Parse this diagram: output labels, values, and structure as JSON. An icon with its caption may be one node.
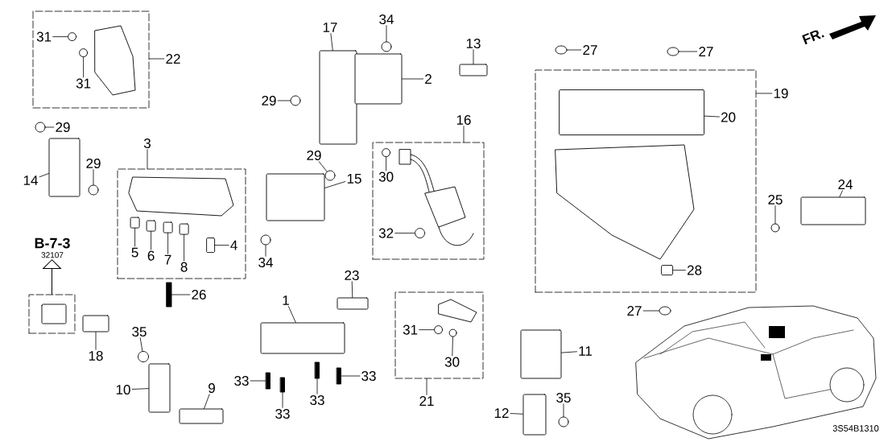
{
  "diagram": {
    "nodes": [
      {
        "text": [],
        "shape": "box"
      },
      {
        "text": [
          "31"
        ],
        "in": 0
      },
      {
        "text": [
          "31"
        ],
        "in": 0
      },
      {
        "text": [
          "22"
        ]
      },
      {
        "text": [
          "17"
        ]
      },
      {
        "text": [
          "34"
        ]
      },
      {
        "text": [
          "2"
        ]
      },
      {
        "text": [
          "13"
        ]
      },
      {
        "text": [
          "29"
        ]
      },
      {
        "text": [
          "29"
        ]
      },
      {
        "text": [
          "14"
        ]
      },
      {
        "text": [
          "29"
        ]
      },
      {
        "text": [
          "29"
        ]
      },
      {
        "text": [
          "3"
        ]
      },
      {
        "text": [],
        "shape": "box"
      },
      {
        "text": [
          "5"
        ],
        "in": 14
      },
      {
        "text": [
          "6"
        ],
        "in": 14
      },
      {
        "text": [
          "7"
        ],
        "in": 14
      },
      {
        "text": [
          "8"
        ],
        "in": 14
      },
      {
        "text": [
          "4"
        ],
        "in": 14
      },
      {
        "text": [
          "15"
        ]
      },
      {
        "text": [
          "34"
        ]
      },
      {
        "text": [
          "16"
        ]
      },
      {
        "text": [],
        "shape": "box"
      },
      {
        "text": [
          "30"
        ],
        "in": 23
      },
      {
        "text": [
          "32"
        ],
        "in": 23
      },
      {
        "text": [],
        "shape": "box"
      },
      {
        "text": [
          "20"
        ],
        "in": 26
      },
      {
        "text": [
          "28"
        ],
        "in": 26
      },
      {
        "text": [
          "27"
        ]
      },
      {
        "text": [
          "27"
        ]
      },
      {
        "text": [
          "19"
        ]
      },
      {
        "text": [
          "25"
        ]
      },
      {
        "text": [
          "24"
        ]
      },
      {
        "text": [
          "27"
        ]
      },
      {
        "text": [],
        "shape": "box"
      },
      {
        "text": [
          "B-7-3",
          "32107"
        ]
      },
      {
        "text": [
          "18"
        ]
      },
      {
        "text": [
          "26"
        ]
      },
      {
        "text": [
          "1"
        ]
      },
      {
        "text": [
          "23"
        ]
      },
      {
        "text": [],
        "shape": "box"
      },
      {
        "text": [
          "31"
        ],
        "in": 41
      },
      {
        "text": [
          "30"
        ],
        "in": 41
      },
      {
        "text": [
          "21"
        ]
      },
      {
        "text": [
          "35"
        ]
      },
      {
        "text": [
          "10"
        ]
      },
      {
        "text": [
          "9"
        ]
      },
      {
        "text": [
          "33"
        ]
      },
      {
        "text": [
          "33"
        ]
      },
      {
        "text": [
          "33"
        ]
      },
      {
        "text": [
          "33"
        ]
      },
      {
        "text": [
          "11"
        ]
      },
      {
        "text": [
          "12"
        ]
      },
      {
        "text": [
          "35"
        ]
      },
      {
        "text": [],
        "shape": "circle",
        "in": 0
      },
      {
        "text": [],
        "shape": "circle",
        "in": 0
      },
      {
        "text": [],
        "shape": "box"
      },
      {
        "text": [],
        "shape": "circle"
      },
      {
        "text": [],
        "shape": "box"
      },
      {
        "text": [],
        "shape": "box"
      },
      {
        "text": [],
        "shape": "circle"
      },
      {
        "text": [],
        "shape": "circle"
      },
      {
        "text": [],
        "shape": "box"
      },
      {
        "text": [],
        "shape": "circle"
      },
      {
        "text": [],
        "shape": "circle"
      },
      {
        "text": [],
        "shape": "box",
        "in": 14
      },
      {
        "text": [],
        "shape": "box",
        "in": 14
      },
      {
        "text": [],
        "shape": "box",
        "in": 14
      },
      {
        "text": [],
        "shape": "box",
        "in": 14
      },
      {
        "text": [],
        "shape": "box",
        "in": 14
      },
      {
        "text": [],
        "shape": "box"
      },
      {
        "text": [],
        "shape": "circle"
      },
      {
        "text": [],
        "shape": "circle",
        "in": 23
      },
      {
        "text": [],
        "shape": "circle",
        "in": 23
      },
      {
        "text": [],
        "shape": "box",
        "in": 26
      },
      {
        "text": [],
        "shape": "box",
        "in": 26
      },
      {
        "text": [],
        "shape": "circle"
      },
      {
        "text": [],
        "shape": "circle"
      },
      {
        "text": [],
        "shape": "circle"
      },
      {
        "text": [],
        "shape": "box"
      },
      {
        "text": [],
        "shape": "circle"
      },
      {
        "text": [],
        "shape": "box"
      },
      {
        "text": [],
        "shape": "bar"
      },
      {
        "text": [],
        "shape": "box"
      },
      {
        "text": [],
        "shape": "box"
      },
      {
        "text": [],
        "shape": "circle",
        "in": 41
      },
      {
        "text": [],
        "shape": "circle",
        "in": 41
      },
      {
        "text": [],
        "shape": "circle"
      },
      {
        "text": [],
        "shape": "box"
      },
      {
        "text": [],
        "shape": "box"
      },
      {
        "text": [],
        "shape": "bar"
      },
      {
        "text": [],
        "shape": "bar"
      },
      {
        "text": [],
        "shape": "bar"
      },
      {
        "text": [],
        "shape": "bar"
      },
      {
        "text": [],
        "shape": "box"
      },
      {
        "text": [],
        "shape": "box"
      },
      {
        "text": [],
        "shape": "circle"
      }
    ],
    "edges": [
      {
        "from": 1,
        "to": 55,
        "arrow": "none"
      },
      {
        "from": 2,
        "to": 56,
        "arrow": "none"
      },
      {
        "from": 3,
        "to": 0,
        "arrow": "none"
      },
      {
        "from": 4,
        "to": 57,
        "arrow": "none"
      },
      {
        "from": 5,
        "to": 58,
        "arrow": "none"
      },
      {
        "from": 6,
        "to": 59,
        "arrow": "none"
      },
      {
        "from": 7,
        "to": 60,
        "arrow": "none"
      },
      {
        "from": 8,
        "to": 61,
        "arrow": "none"
      },
      {
        "from": 9,
        "to": 62,
        "arrow": "none"
      },
      {
        "from": 10,
        "to": 63,
        "arrow": "none"
      },
      {
        "from": 11,
        "to": 64,
        "arrow": "none"
      },
      {
        "from": 12,
        "to": 65,
        "arrow": "none"
      },
      {
        "from": 13,
        "to": 14,
        "arrow": "none"
      },
      {
        "from": 15,
        "to": 66,
        "arrow": "none"
      },
      {
        "from": 16,
        "to": 67,
        "arrow": "none"
      },
      {
        "from": 17,
        "to": 68,
        "arrow": "none"
      },
      {
        "from": 18,
        "to": 69,
        "arrow": "none"
      },
      {
        "from": 19,
        "to": 70,
        "arrow": "none"
      },
      {
        "from": 20,
        "to": 71,
        "arrow": "none"
      },
      {
        "from": 21,
        "to": 72,
        "arrow": "none"
      },
      {
        "from": 22,
        "to": 23,
        "arrow": "none"
      },
      {
        "from": 24,
        "to": 73,
        "arrow": "none"
      },
      {
        "from": 25,
        "to": 74,
        "arrow": "none"
      },
      {
        "from": 27,
        "to": 75,
        "arrow": "none"
      },
      {
        "from": 28,
        "to": 76,
        "arrow": "none"
      },
      {
        "from": 29,
        "to": 77,
        "arrow": "none"
      },
      {
        "from": 30,
        "to": 78,
        "arrow": "none"
      },
      {
        "from": 31,
        "to": 26,
        "arrow": "none"
      },
      {
        "from": 32,
        "to": 79,
        "arrow": "none"
      },
      {
        "from": 33,
        "to": 80,
        "arrow": "none"
      },
      {
        "from": 34,
        "to": 81,
        "arrow": "none"
      },
      {
        "from": 35,
        "to": 36,
        "arrow": "to"
      },
      {
        "from": 37,
        "to": 82,
        "arrow": "none"
      },
      {
        "from": 38,
        "to": 83,
        "arrow": "none"
      },
      {
        "from": 39,
        "to": 84,
        "arrow": "none"
      },
      {
        "from": 40,
        "to": 85,
        "arrow": "none"
      },
      {
        "from": 42,
        "to": 86,
        "arrow": "none"
      },
      {
        "from": 43,
        "to": 87,
        "arrow": "none"
      },
      {
        "from": 44,
        "to": 41,
        "arrow": "none"
      },
      {
        "from": 45,
        "to": 88,
        "arrow": "none"
      },
      {
        "from": 46,
        "to": 89,
        "arrow": "none"
      },
      {
        "from": 47,
        "to": 90,
        "arrow": "none"
      },
      {
        "from": 48,
        "to": 91,
        "arrow": "none"
      },
      {
        "from": 49,
        "to": 92,
        "arrow": "none"
      },
      {
        "from": 50,
        "to": 93,
        "arrow": "none"
      },
      {
        "from": 51,
        "to": 94,
        "arrow": "none"
      },
      {
        "from": 52,
        "to": 95,
        "arrow": "none"
      },
      {
        "from": 53,
        "to": 96,
        "arrow": "none"
      },
      {
        "from": 54,
        "to": 97,
        "arrow": "none"
      }
    ],
    "labels": [
      "FR.",
      "3S54B1310"
    ]
  }
}
